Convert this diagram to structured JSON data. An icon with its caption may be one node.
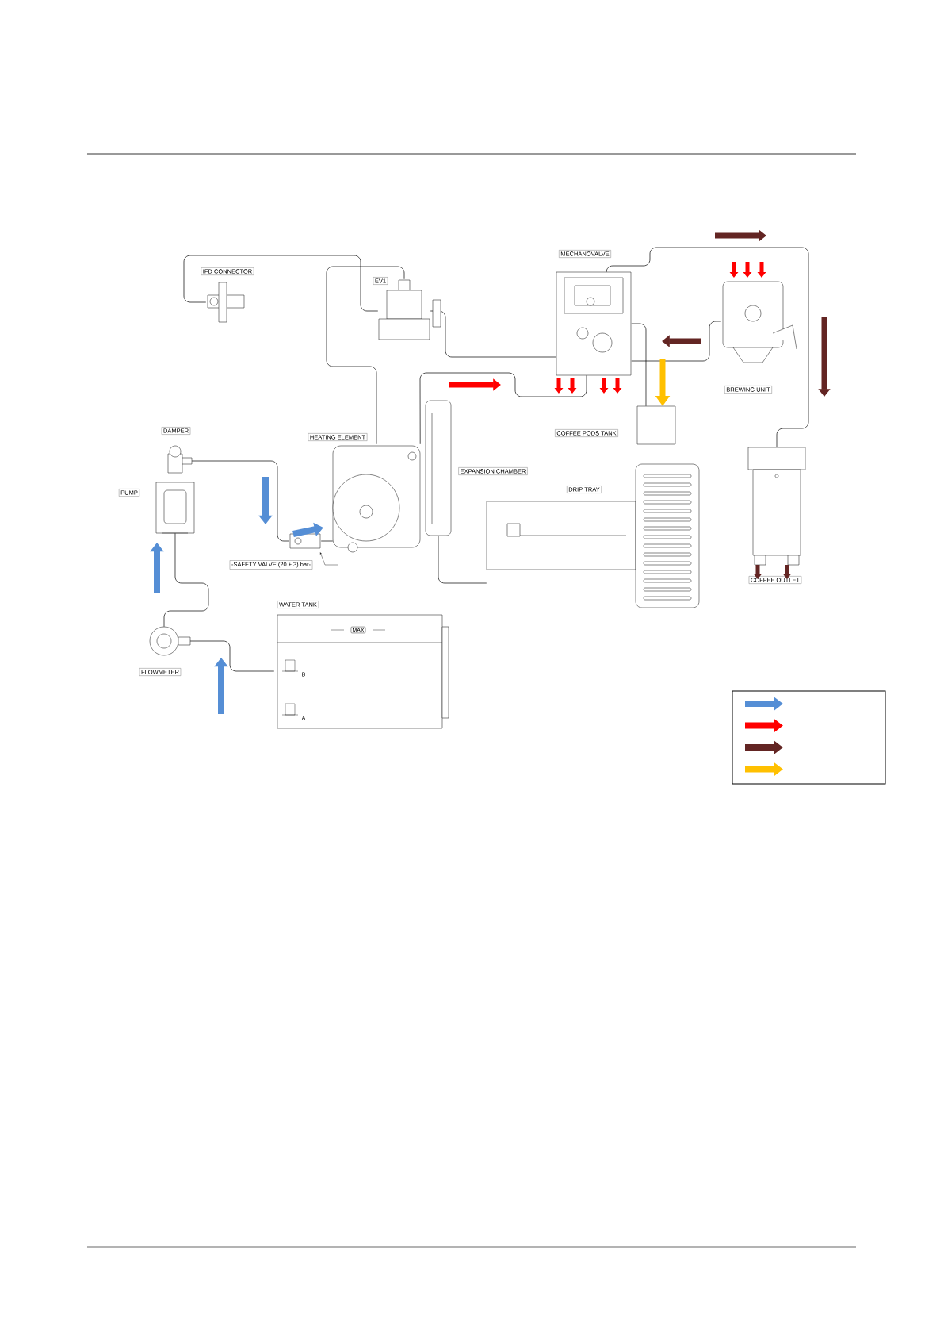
{
  "diagram": {
    "nodes": [
      {
        "text": [
          "IFD CONNECTOR"
        ]
      },
      {
        "text": [
          "EV1"
        ]
      },
      {
        "text": [
          "MECHANOVALVE"
        ]
      },
      {
        "text": [
          "BREWING UNIT"
        ]
      },
      {
        "text": [
          "COFFEE PODS TANK"
        ]
      },
      {
        "text": [
          "HEATING ELEMENT"
        ]
      },
      {
        "text": [
          "EXPANSION CHAMBER"
        ]
      },
      {
        "text": [
          "DRIP TRAY"
        ]
      },
      {
        "text": [
          "COFFEE OUTLET"
        ]
      },
      {
        "text": [
          "DAMPER"
        ]
      },
      {
        "text": [
          "PUMP"
        ]
      },
      {
        "text": [
          "-SAFETY VALVE (20 ± 3) bar-"
        ]
      },
      {
        "text": [
          "WATER TANK"
        ]
      },
      {
        "text": [
          "FLOWMETER"
        ]
      }
    ],
    "edges": [
      {
        "from": 12,
        "to": 13,
        "arrow": "none"
      },
      {
        "from": 13,
        "to": 10,
        "arrow": "none"
      },
      {
        "from": 9,
        "to": 11,
        "arrow": "none"
      },
      {
        "from": 11,
        "to": 5,
        "arrow": "none"
      },
      {
        "from": 5,
        "to": 1,
        "arrow": "none"
      },
      {
        "from": 0,
        "to": 1,
        "arrow": "none"
      },
      {
        "from": 1,
        "to": 2,
        "arrow": "none"
      },
      {
        "from": 5,
        "to": 2,
        "arrow": "none"
      },
      {
        "from": 2,
        "to": 4,
        "arrow": "none"
      },
      {
        "from": 3,
        "to": 2,
        "arrow": "none"
      },
      {
        "from": 2,
        "to": 8,
        "arrow": "none"
      },
      {
        "from": 6,
        "to": 7,
        "arrow": "none"
      },
      {
        "from": null,
        "to": 4,
        "arrow": "to",
        "style": "thick",
        "color": "#ffc000"
      }
    ],
    "labels": [
      "MAX",
      "B",
      "A"
    ]
  }
}
